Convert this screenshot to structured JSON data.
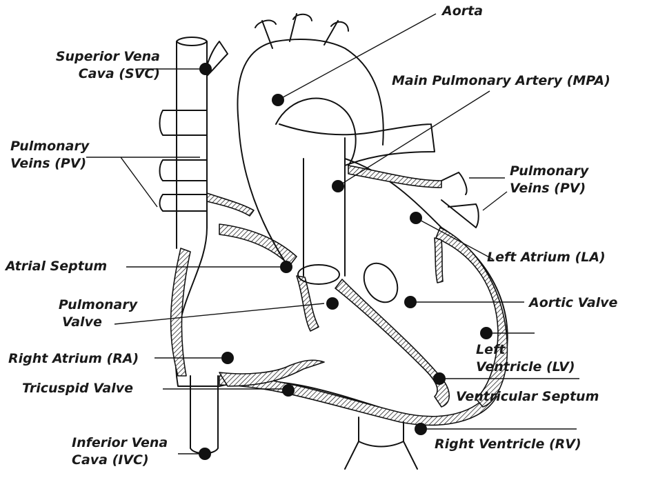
{
  "labels": {
    "aorta": "Aorta",
    "svc_1": "Superior Vena",
    "svc_2": "Cava (SVC)",
    "mpa": "Main Pulmonary Artery (MPA)",
    "pv_left_1": "Pulmonary",
    "pv_left_2": "Veins (PV)",
    "pv_right_1": "Pulmonary",
    "pv_right_2": "Veins (PV)",
    "left_atrium": "Left Atrium (LA)",
    "atrial_septum": "Atrial Septum",
    "aortic_valve": "Aortic Valve",
    "pulm_valve_1": "Pulmonary",
    "pulm_valve_2": "Valve",
    "lv_1": "Left",
    "lv_2": "Ventricle (LV)",
    "right_atrium": "Right Atrium (RA)",
    "ventricular_septum": "Ventricular Septum",
    "tricuspid_valve": "Tricuspid Valve",
    "ivc_1": "Inferior Vena",
    "ivc_2": "Cava (IVC)",
    "right_ventricle": "Right Ventricle (RV)"
  }
}
